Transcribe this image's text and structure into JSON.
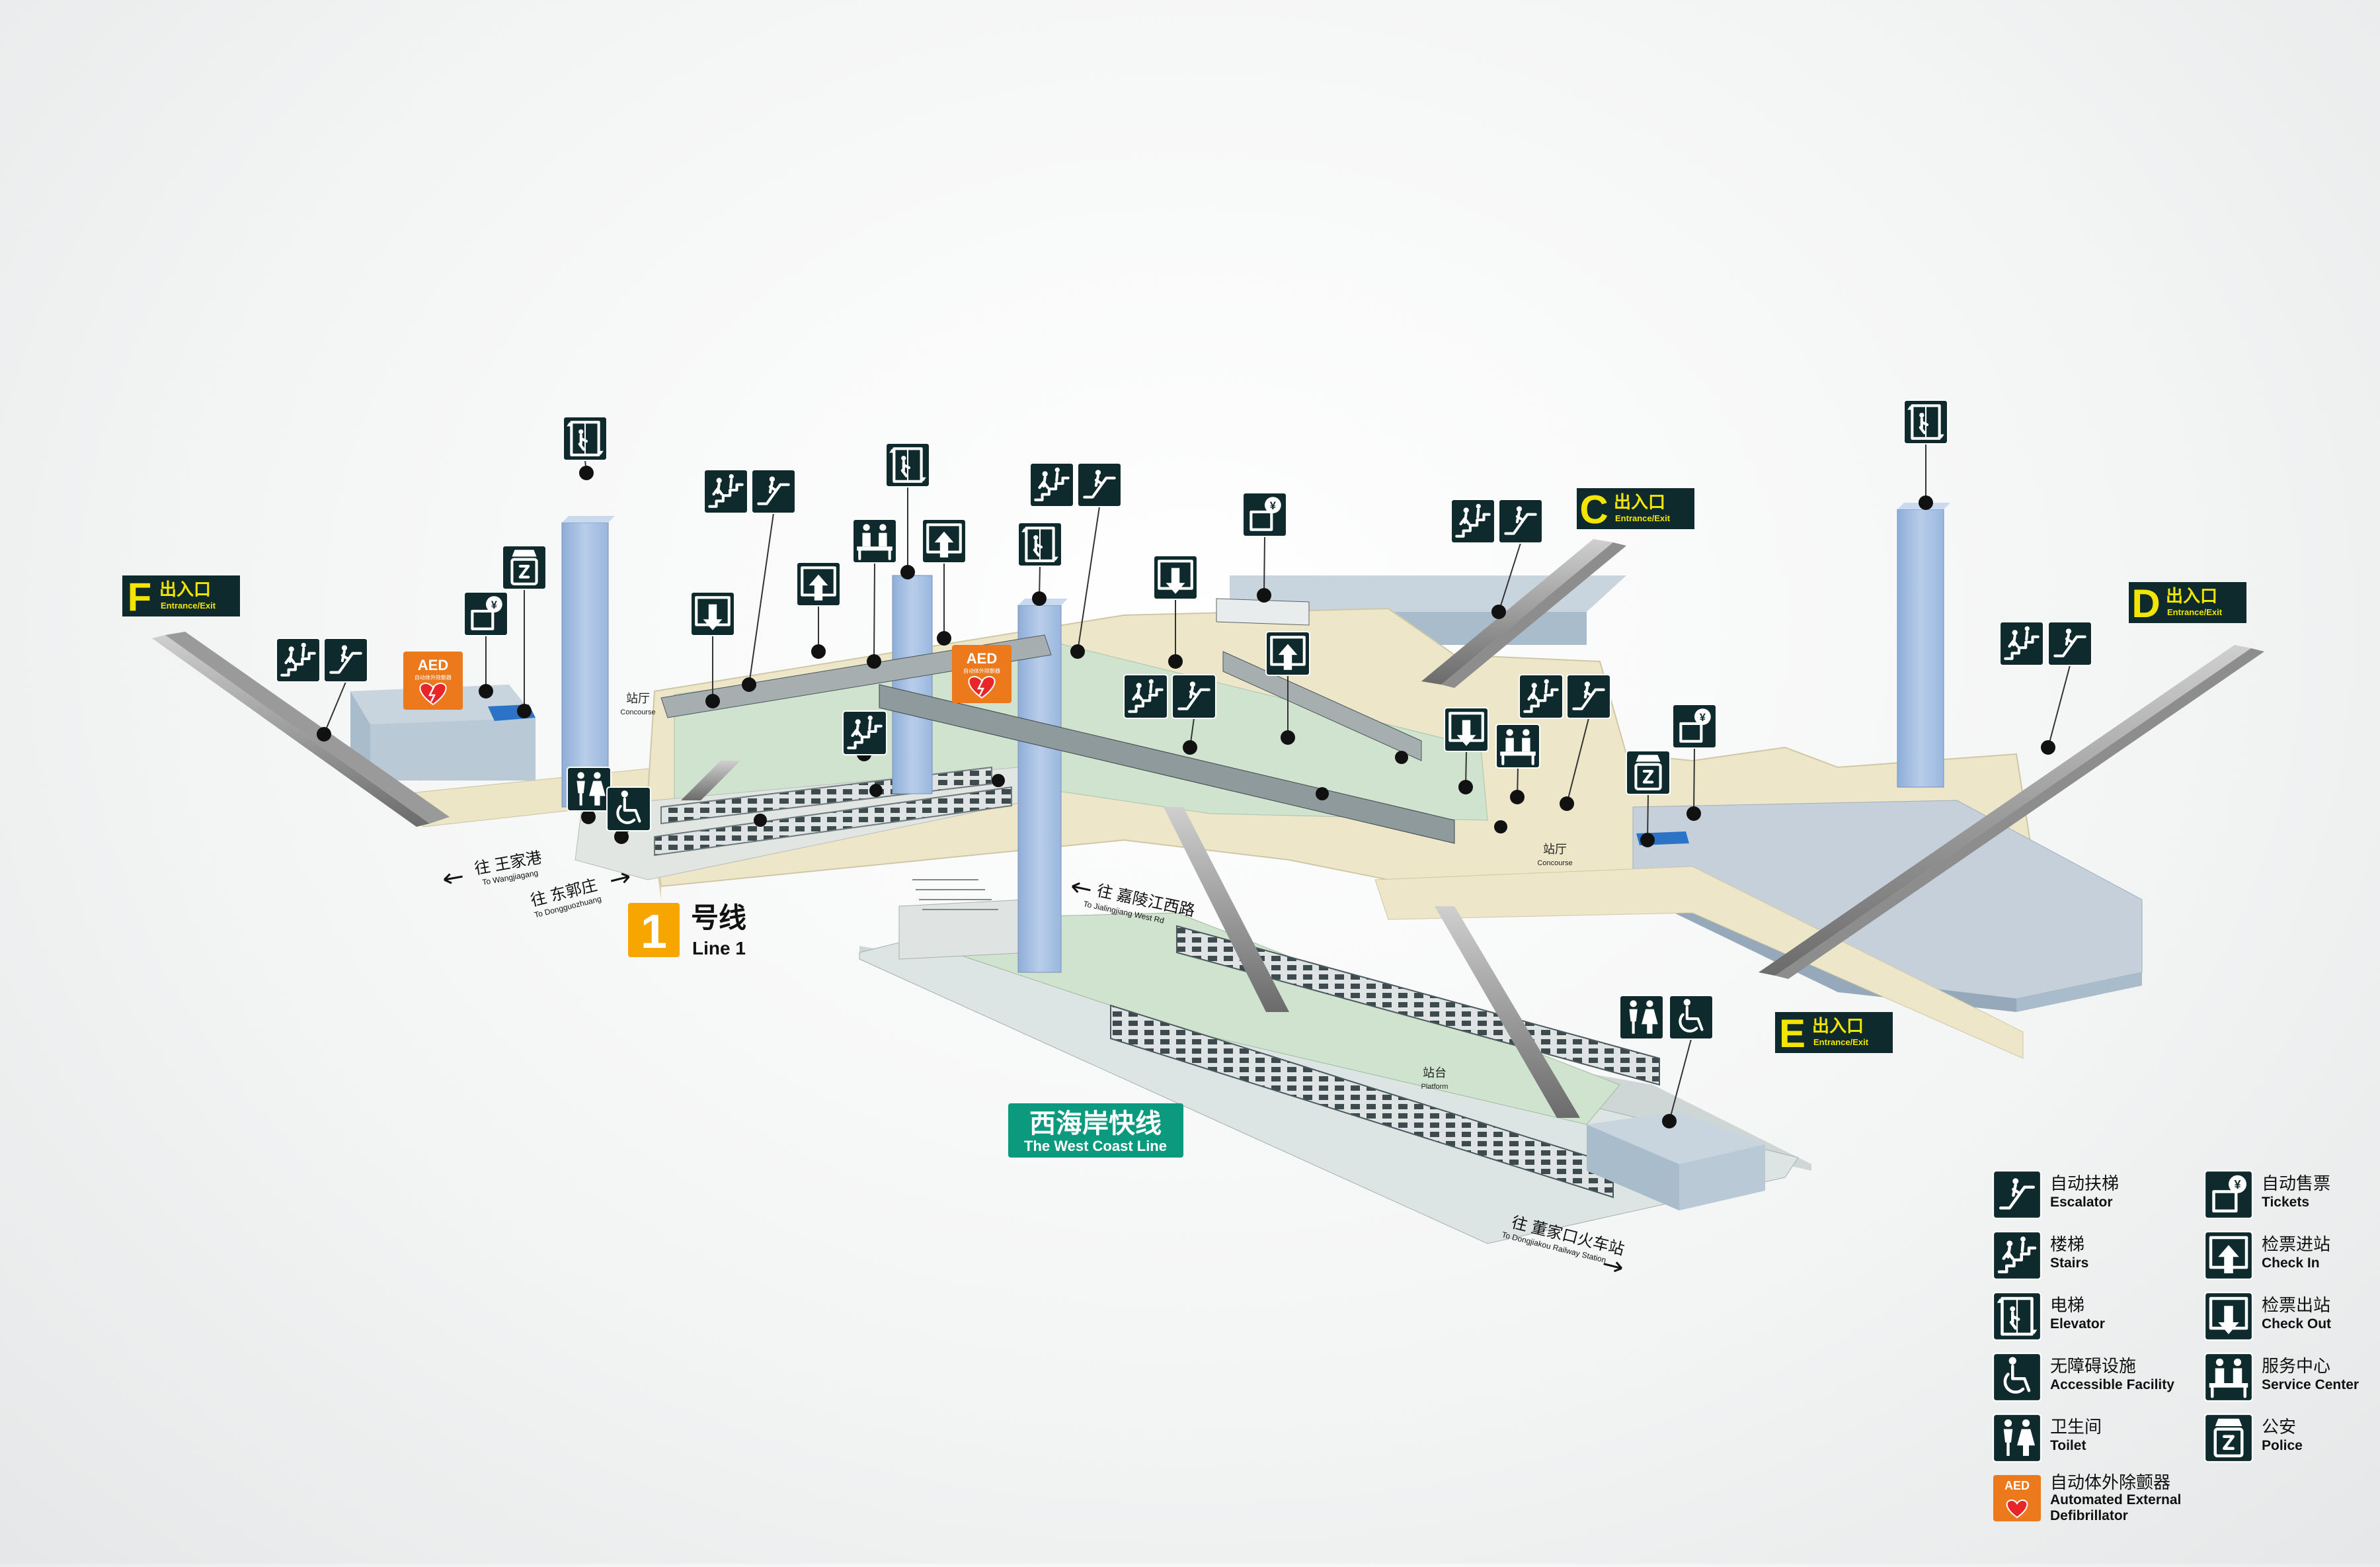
{
  "exits": [
    {
      "letter": "F",
      "cn": "出入口",
      "en": "Entrance/Exit"
    },
    {
      "letter": "C",
      "cn": "出入口",
      "en": "Entrance/Exit"
    },
    {
      "letter": "D",
      "cn": "出入口",
      "en": "Entrance/Exit"
    },
    {
      "letter": "E",
      "cn": "出入口",
      "en": "Entrance/Exit"
    }
  ],
  "areas": {
    "concourse_cn": "站厅",
    "concourse_en": "Concourse",
    "platform_cn": "站台",
    "platform_en": "Platform"
  },
  "lines": {
    "line1": {
      "num": "1",
      "cn": "号线",
      "en": "Line 1",
      "color": "#f7a600"
    },
    "west_coast": {
      "cn": "西海岸快线",
      "en": "The West Coast Line",
      "color": "#0b9a7d"
    }
  },
  "directions": {
    "wangjiagang": {
      "cn": "往 王家港",
      "en": "To Wangjiagang"
    },
    "dongguozhuang": {
      "cn": "往 东郭庄",
      "en": "To Dongguozhuang"
    },
    "jialingjiang": {
      "cn": "往 嘉陵江西路",
      "en": "To Jialingjiang West Rd"
    },
    "dongjiakou": {
      "cn": "往 董家口火车站",
      "en": "To Dongjiakou Railway Station"
    }
  },
  "aed": {
    "title": "AED",
    "sub": "自动体外除颤器"
  },
  "legend": [
    {
      "icon": "escalator",
      "cn": "自动扶梯",
      "en": "Escalator"
    },
    {
      "icon": "tickets",
      "cn": "自动售票",
      "en": "Tickets"
    },
    {
      "icon": "stairs",
      "cn": "楼梯",
      "en": "Stairs"
    },
    {
      "icon": "check-in",
      "cn": "检票进站",
      "en": "Check In"
    },
    {
      "icon": "elevator",
      "cn": "电梯",
      "en": "Elevator"
    },
    {
      "icon": "check-out",
      "cn": "检票出站",
      "en": "Check Out"
    },
    {
      "icon": "accessible",
      "cn": "无障碍设施",
      "en": "Accessible Facility"
    },
    {
      "icon": "service",
      "cn": "服务中心",
      "en": "Service Center"
    },
    {
      "icon": "toilet",
      "cn": "卫生间",
      "en": "Toilet"
    },
    {
      "icon": "police",
      "cn": "公安",
      "en": "Police"
    },
    {
      "icon": "aed",
      "cn": "自动体外除颤器",
      "en": "Automated External",
      "en2": "Defibrillator"
    }
  ],
  "colors": {
    "exit_yellow": "#f2e600",
    "sign_dark": "#0f2a2c",
    "concourse_floor": "#ede6c8",
    "platform_floor": "#cfe3cf",
    "pillar": "#a9c3e6",
    "aed_orange": "#ec7a1d"
  }
}
